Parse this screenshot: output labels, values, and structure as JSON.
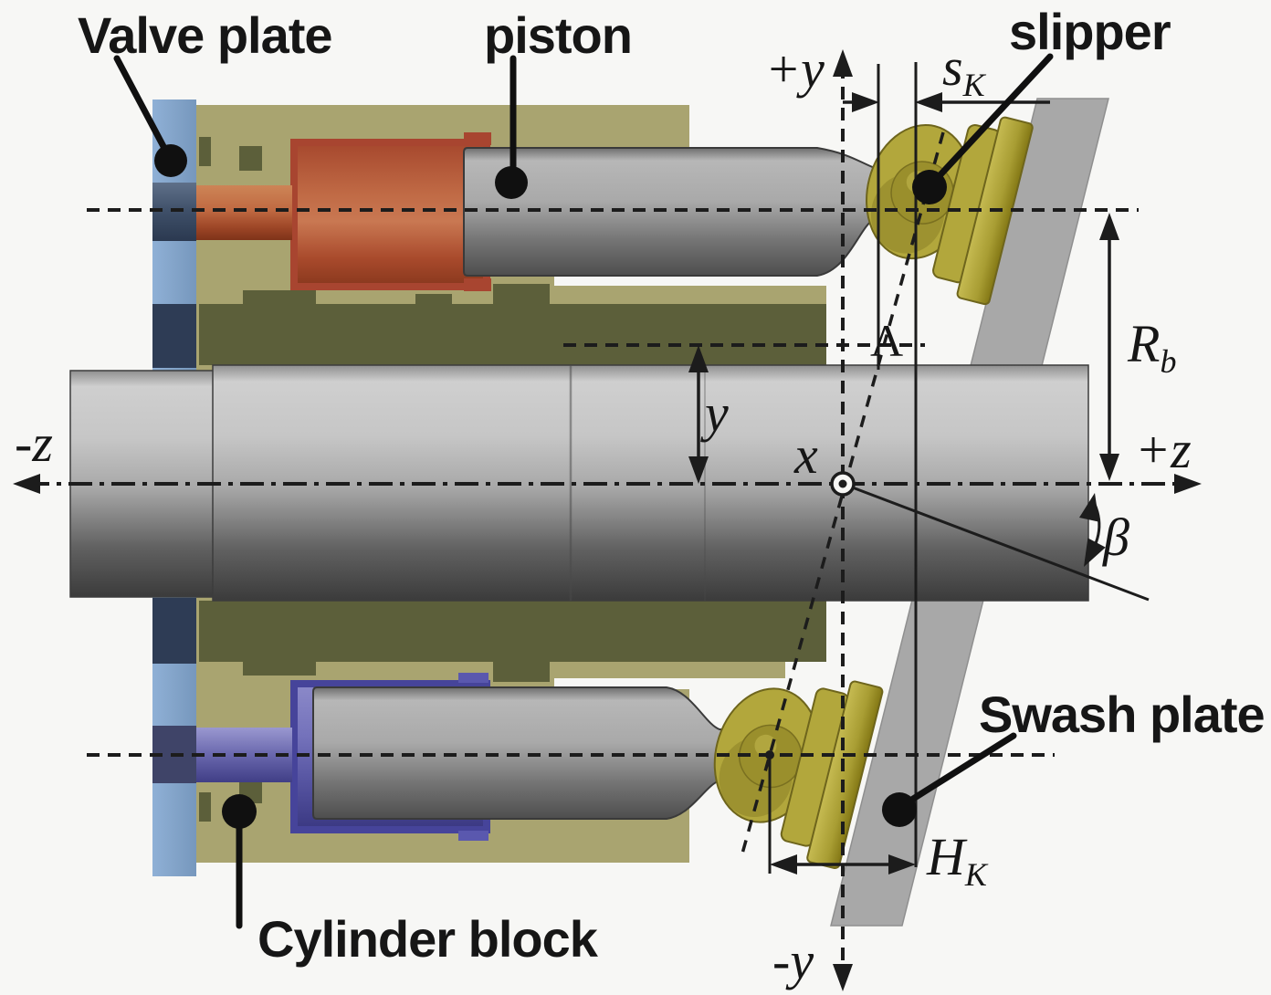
{
  "figure": {
    "type": "axial-piston-pump-cross-section-diagram",
    "component_labels": {
      "valve_plate": "Valve plate",
      "piston": "piston",
      "slipper": "slipper",
      "swash_plate": "Swash plate",
      "cylinder_block": "Cylinder block"
    },
    "axis_labels": {
      "pos_y": "+y",
      "neg_y": "-y",
      "pos_z": "+z",
      "neg_z": "-z",
      "origin_x": "x"
    },
    "annotations": {
      "displacement_y": "y",
      "point_a": "A",
      "swash_angle": "β",
      "slipper_offset_base": "s",
      "slipper_offset_sub": "K",
      "pitch_radius_base": "R",
      "pitch_radius_sub": "b",
      "stroke_base": "H",
      "stroke_sub": "K"
    },
    "colors": {
      "background": "#f7f7f5",
      "valve_plate": "#83a4c9",
      "valve_plate_dark": "#2e3c55",
      "cylinder_block": "#a9a470",
      "cylinder_block_dark": "#5c5f3a",
      "chamber_red": "#a84530",
      "chamber_blue": "#46449a",
      "slipper": "#b2a73c",
      "swash_plate": "#a8a8a8",
      "ink": "#1c1c1c"
    }
  }
}
